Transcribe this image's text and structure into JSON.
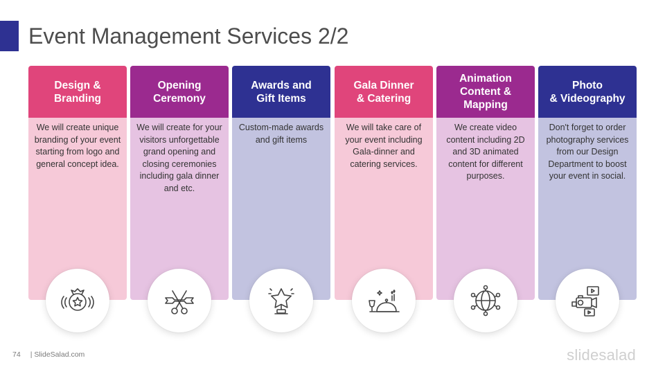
{
  "slide": {
    "title": "Event Management Services 2/2",
    "page_number": "74",
    "footer_text": "| SlideSalad.com",
    "brand": "slidesalad"
  },
  "colors": {
    "accent_bar": "#2e3192",
    "pink_head": "#e0457b",
    "pink_body": "#f6c9d8",
    "purple_head": "#9b2a8f",
    "purple_body": "#e6c3e2",
    "navy_head": "#2e3192",
    "navy_body": "#c2c3e0"
  },
  "cards": [
    {
      "title": "Design &\nBranding",
      "text": "We will create unique branding of your event starting from logo and general concept idea.",
      "icon": "award-badge-icon",
      "theme": "pink"
    },
    {
      "title": "Opening\nCeremony",
      "text": "We will create for your visitors unforgettable grand opening and closing ceremonies including gala dinner and etc.",
      "icon": "ribbon-cutting-scissors-icon",
      "theme": "purple"
    },
    {
      "title": "Awards and\nGift Items",
      "text": "Custom-made awards and gift items",
      "icon": "star-trophy-icon",
      "theme": "navy"
    },
    {
      "title": "Gala Dinner\n& Catering",
      "text": "We will take care of your event including Gala-dinner and catering services.",
      "icon": "cloche-dinner-icon",
      "theme": "pink"
    },
    {
      "title": "Animation\nContent &\nMapping",
      "text": "We create video content including 2D and 3D animated content for different purposes.",
      "icon": "3d-sphere-icon",
      "theme": "purple"
    },
    {
      "title": "Photo\n& Videography",
      "text": "Don't forget to order photography services from our Design Department to boost your event in social.",
      "icon": "video-camera-icon",
      "theme": "navy"
    }
  ]
}
